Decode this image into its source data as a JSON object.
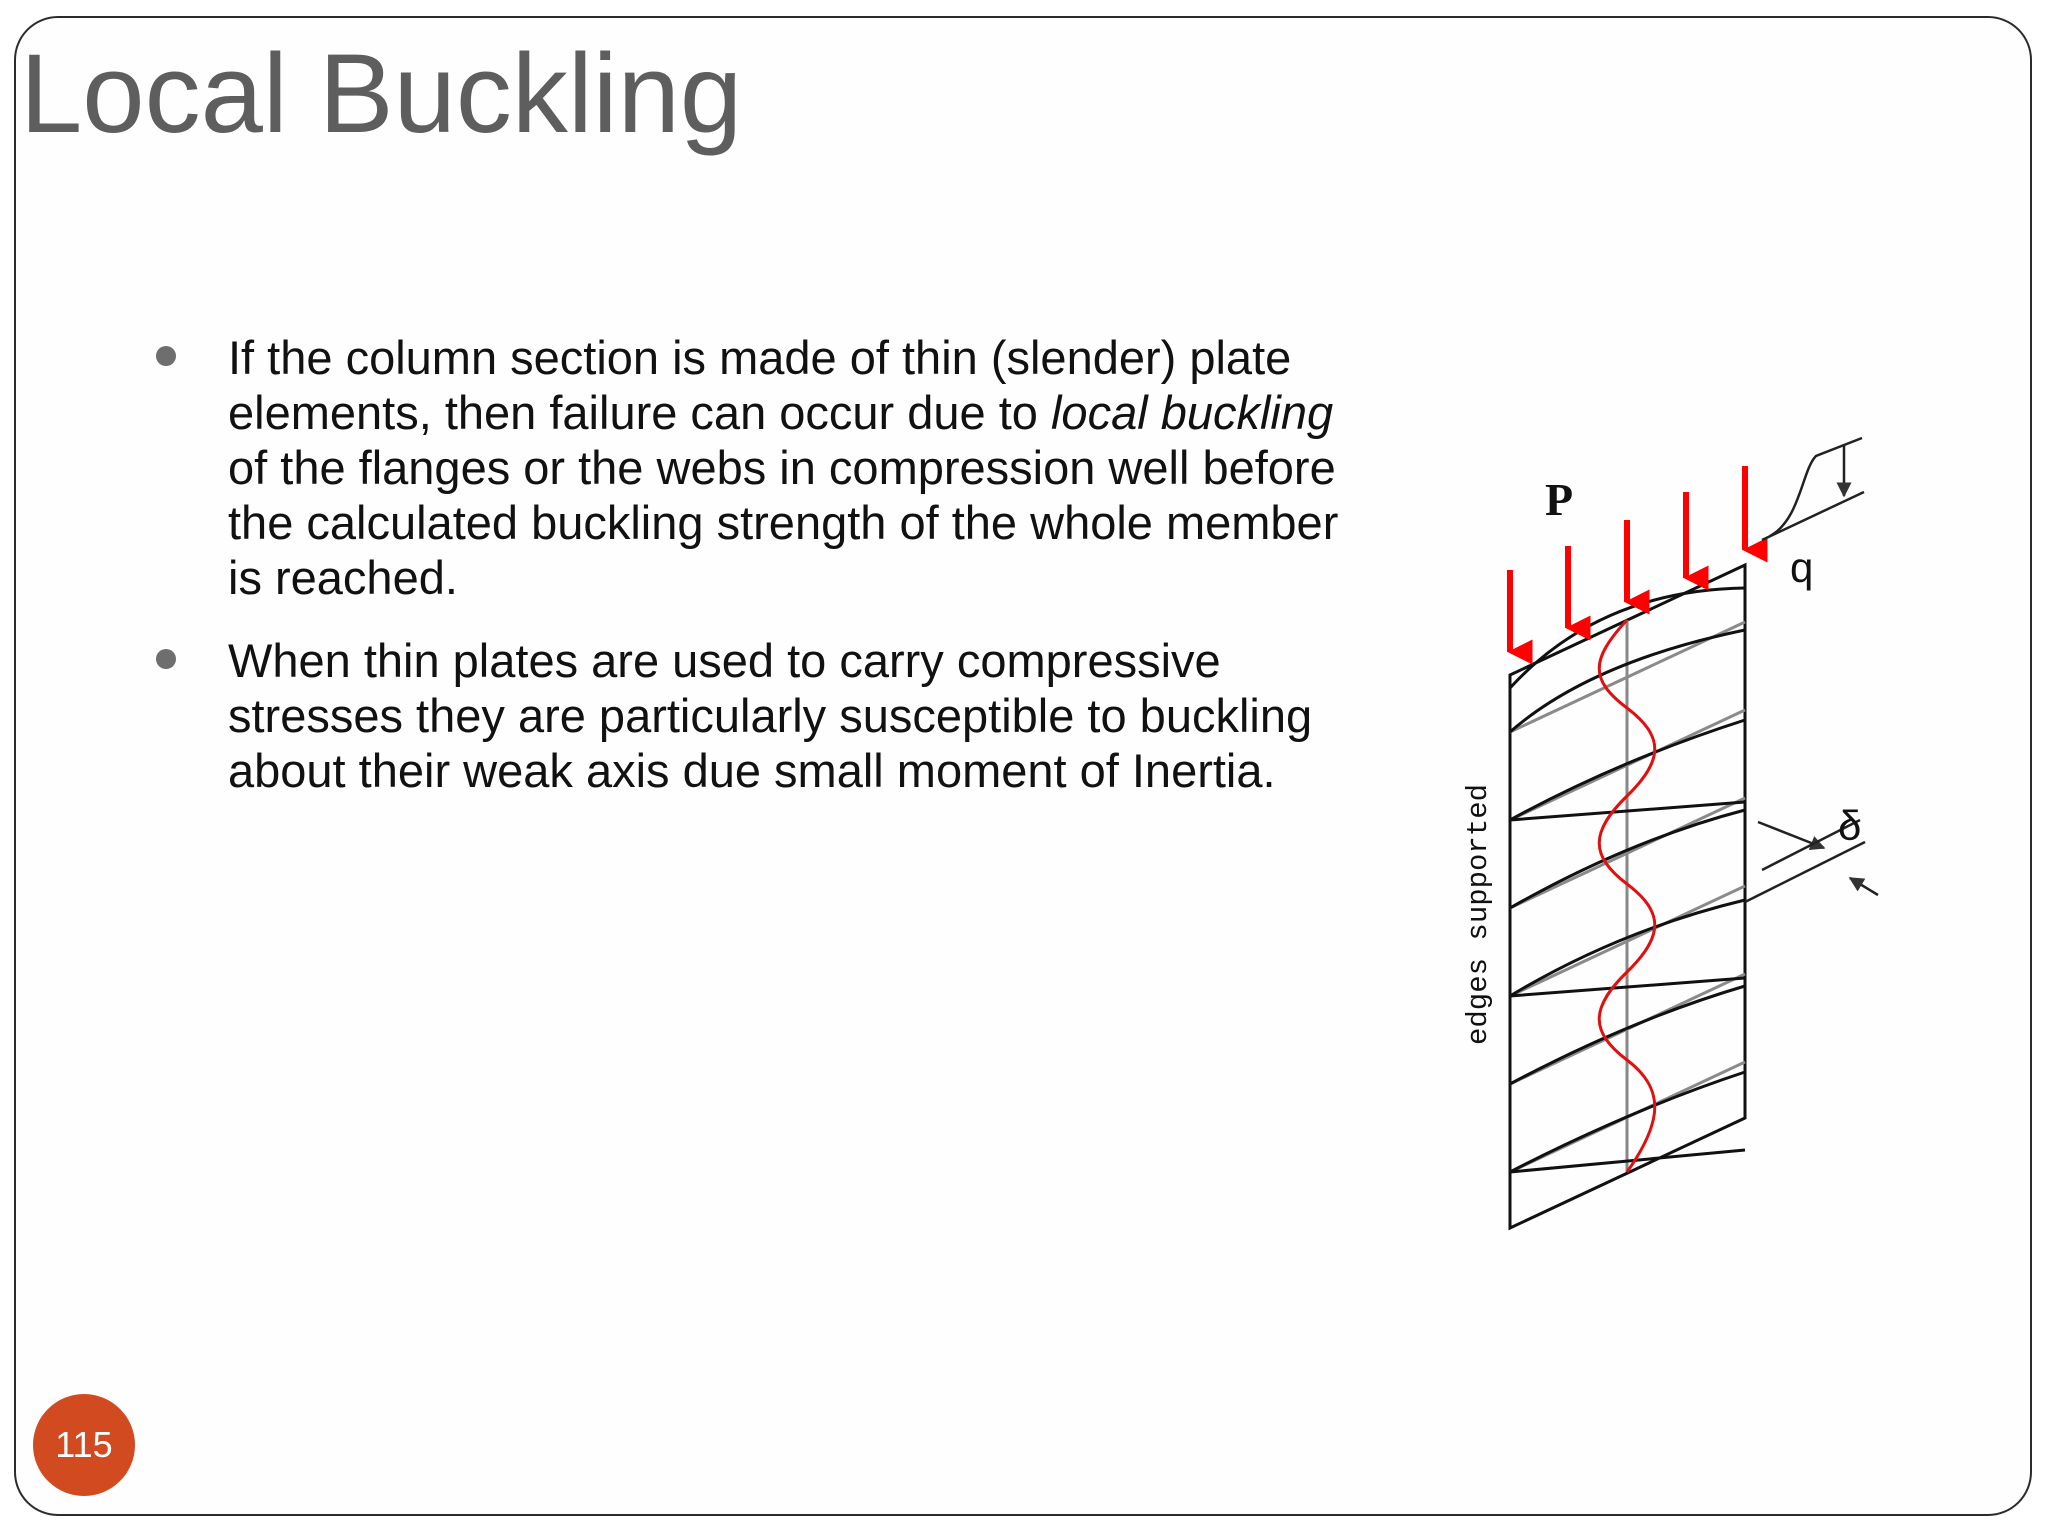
{
  "slide": {
    "title": "Local Buckling",
    "page_number": "115",
    "colors": {
      "title": "#5e5e5e",
      "text": "#111111",
      "bullet": "#6e6e6e",
      "badge": "#d24a1f",
      "load_arrows": "#ff0000",
      "buckled_wave": "#e01010",
      "outline": "#111111",
      "guide_lines": "#8a8a8a"
    }
  },
  "bullets": [
    {
      "before": "If the column section is made of thin (slender) plate elements, then failure can occur due to ",
      "emphasis": "local buckling",
      "after": " of the flanges or the webs in compression well before the calculated buckling strength of the whole member is reached."
    },
    {
      "before": "When thin plates are used to carry compressive stresses they are particularly susceptible to buckling about their weak axis due small moment of Inertia.",
      "emphasis": "",
      "after": ""
    }
  ],
  "figure": {
    "load_label": "P",
    "q_label": "q",
    "delta_label": "δ",
    "side_label": "edges supported",
    "load_arrow_count": 5,
    "half_wave_count": 6,
    "icons": [
      "load-arrow",
      "dimension-arrow"
    ]
  }
}
